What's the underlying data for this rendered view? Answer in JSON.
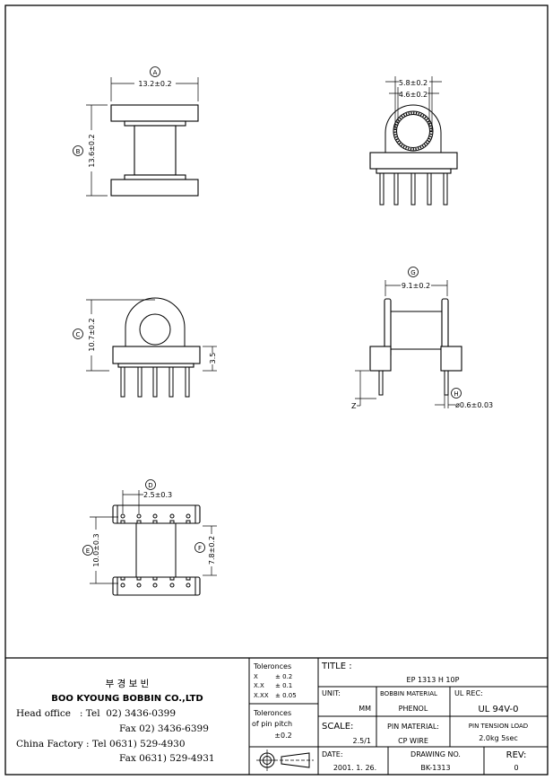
{
  "views": {
    "front": {
      "label_a": "A",
      "dim_a": "13.2±0.2",
      "label_b": "B",
      "dim_b": "13.6±0.2"
    },
    "end": {
      "dim_outer": "5.8±0.2",
      "dim_inner": "4.6±0.2"
    },
    "side": {
      "label_c": "C",
      "dim_c": "10.7±0.2",
      "dim_base": "3.5"
    },
    "pin_side": {
      "label_g": "G",
      "dim_g": "9.1±0.2",
      "label_z": "Z",
      "label_h": "H",
      "dim_h": "ø0.6±0.03"
    },
    "bottom": {
      "label_d": "D",
      "dim_d": "2.5±0.3",
      "label_e": "E",
      "dim_e": "10.0±0.3",
      "label_f": "F",
      "dim_f": "7.8±0.2"
    }
  },
  "company": {
    "korean_name": "부 경 보 빈",
    "name": "BOO KYOUNG BOBBIN CO.,LTD",
    "lines": [
      "Head office   : Tel  02) 3436-0399",
      "Fax  02) 3436-6399",
      "China Factory : Tel 0631) 529-4930",
      "Fax 0631) 529-4931"
    ]
  },
  "tolerances": {
    "heading": "Toleronces",
    "rows": [
      [
        "X",
        "± 0.2"
      ],
      [
        "X.X",
        "± 0.1"
      ],
      [
        "X.XX",
        "± 0.05"
      ]
    ],
    "pin_heading_1": "Toleronces",
    "pin_heading_2": "of pin pitch",
    "pin_value": "±0.2"
  },
  "title_block": {
    "title_label": "TITLE :",
    "title": "EP 1313 H 10P",
    "unit_label": "UNIT:",
    "unit": "MM",
    "bobbin_material_label": "BOBBIN MATERIAL",
    "bobbin_material": "PHENOL",
    "ul_label": "UL REC:",
    "ul": "UL 94V-0",
    "scale_label": "SCALE:",
    "scale": "2.5/1",
    "pin_material_label": "PIN MATERIAL:",
    "pin_material": "CP WIRE",
    "pin_tension_label": "PIN TENSION LOAD",
    "pin_tension": "2.0kg 5sec",
    "date_label": "DATE:",
    "date": "2001. 1. 26.",
    "drawing_no_label": "DRAWING NO.",
    "drawing_no": "BK-1313",
    "rev_label": "REV:",
    "rev": "0"
  }
}
